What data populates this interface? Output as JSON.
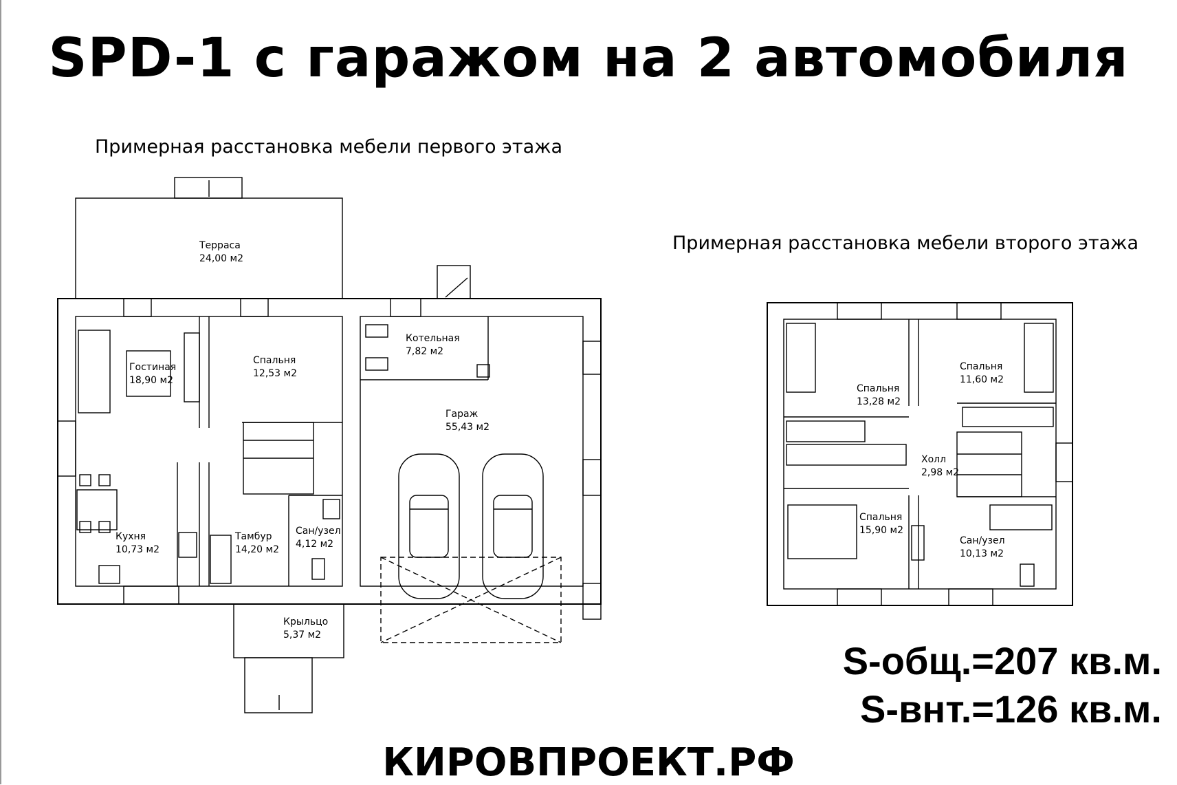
{
  "title": "SPD-1 с гаражом на 2 автомобиля",
  "captions": {
    "floor1": "Примерная расстановка мебели первого этажа",
    "floor2": "Примерная расстановка мебели второго этажа"
  },
  "floor1_rooms": [
    {
      "name": "Терраса",
      "area": "24,00 м2"
    },
    {
      "name": "Гостиная",
      "area": "18,90 м2"
    },
    {
      "name": "Спальня",
      "area": "12,53 м2"
    },
    {
      "name": "Котельная",
      "area": "7,82 м2"
    },
    {
      "name": "Гараж",
      "area": "55,43 м2"
    },
    {
      "name": "Кухня",
      "area": "10,73 м2"
    },
    {
      "name": "Тамбур",
      "area": "14,20 м2"
    },
    {
      "name": "Сан/узел",
      "area": "4,12 м2"
    },
    {
      "name": "Крыльцо",
      "area": "5,37 м2"
    }
  ],
  "floor2_rooms": [
    {
      "name": "Спальня",
      "area": "13,28 м2"
    },
    {
      "name": "Спальня",
      "area": "11,60 м2"
    },
    {
      "name": "Холл",
      "area": "2,98 м2"
    },
    {
      "name": "Спальня",
      "area": "15,90 м2"
    },
    {
      "name": "Сан/узел",
      "area": "10,13 м2"
    }
  ],
  "areas": {
    "total": "S-общ.=207 кв.м.",
    "inner": "S-внт.=126 кв.м."
  },
  "site": "КИРОВПРОЕКТ.РФ"
}
